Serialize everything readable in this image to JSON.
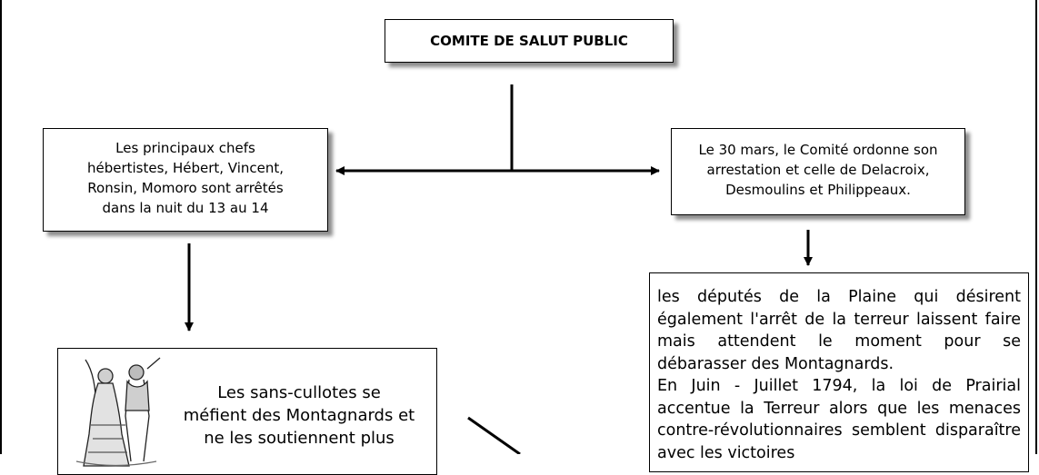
{
  "title": "COMITE DE SALUT PUBLIC",
  "left_box": {
    "lines": [
      "Les principaux chefs",
      "hébertistes, Hébert, Vincent,",
      "Ronsin, Momoro sont arrêtés",
      "dans la nuit du 13 au 14"
    ]
  },
  "right_box": {
    "lines": [
      "Le 30 mars, le Comité ordonne son",
      "arrestation et celle de Delacroix,",
      "Desmoulins et Philippeaux."
    ]
  },
  "plaine_box": {
    "paragraph1": "les députés de la Plaine qui désirent également l'arrêt de la terreur laissent faire mais attendent le moment pour se débarasser des Montagnards.",
    "paragraph2": "En Juin - Juillet 1794, la loi de Prairial accentue la Terreur alors que les menaces contre-révolutionnaires semblent disparaître avec les victoires"
  },
  "sans_box": {
    "lines": [
      "Les sans-cullotes se",
      "méfient des Montagnards et",
      "ne les soutiennent plus"
    ]
  }
}
